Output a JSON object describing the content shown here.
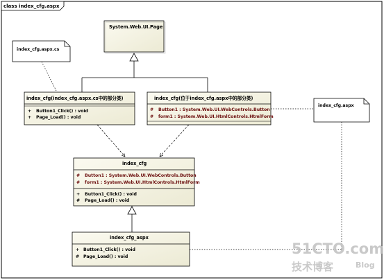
{
  "frame": {
    "label": "class index_cfg.aspx"
  },
  "classes": {
    "page": {
      "title": "System.Web.UI.Page"
    },
    "cs_part": {
      "title": "index_cfg(index_cfg.aspx.cs中的部分类)",
      "members": [
        {
          "vis": "+",
          "text": "Button1_Click() : void"
        },
        {
          "vis": "+",
          "text": "Page_Load() : void"
        }
      ]
    },
    "designer_part": {
      "title": "index_cfg(位于index_cfg.aspx中的部分类)",
      "members": [
        {
          "vis": "#",
          "text": "Button1 : System.Web.UI.WebControls.Button"
        },
        {
          "vis": "#",
          "text": "form1 : System.Web.UI.HtmlControls.HtmlForm"
        }
      ]
    },
    "merged": {
      "title": "index_cfg",
      "fields": [
        {
          "vis": "#",
          "text": "Button1 : System.Web.UI.WebControls.Button"
        },
        {
          "vis": "#",
          "text": "form1 : System.Web.UI.HtmlControls.HtmlForm"
        }
      ],
      "methods": [
        {
          "vis": "+",
          "text": "Button1_Click() : void"
        },
        {
          "vis": "#",
          "text": "Page_Load() : void"
        }
      ]
    },
    "aspx": {
      "title": "index_cfg_aspx",
      "members": [
        {
          "vis": "+",
          "text": "Button1_Click() : void"
        },
        {
          "vis": "#",
          "text": "Page_Load() : void"
        }
      ]
    }
  },
  "notes": {
    "cs_file": "index_cfg.aspx.cs",
    "aspx_file": "index_cfg.aspx"
  },
  "watermark": {
    "brand": "51CTO.com",
    "sub": "技术博客",
    "blog": "Blog"
  },
  "colors": {
    "class_fill": "#f7f5e4",
    "class_stroke": "#000000",
    "note_fill": "#ffffff",
    "red_text": "#6b0d0d",
    "watermark": "#b8b8b8"
  }
}
